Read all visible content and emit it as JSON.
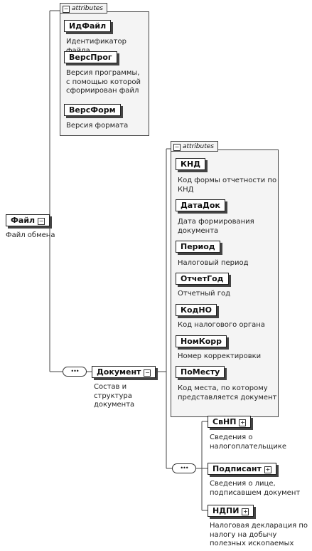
{
  "group_label": "attributes",
  "root": {
    "name": "Файл",
    "desc": "Файл обмена"
  },
  "file_attrs": [
    {
      "name": "ИдФайл",
      "desc": "Идентификатор файла"
    },
    {
      "name": "ВерсПрог",
      "desc": "Версия программы, с помощью которой сформирован файл"
    },
    {
      "name": "ВерсФорм",
      "desc": "Версия формата"
    }
  ],
  "document": {
    "name": "Документ",
    "desc": "Состав и структура документа"
  },
  "doc_attrs": [
    {
      "name": "КНД",
      "desc": "Код формы отчетности по КНД"
    },
    {
      "name": "ДатаДок",
      "desc": "Дата формирования документа"
    },
    {
      "name": "Период",
      "desc": "Налоговый период"
    },
    {
      "name": "ОтчетГод",
      "desc": "Отчетный год"
    },
    {
      "name": "КодНО",
      "desc": "Код налогового органа"
    },
    {
      "name": "НомКорр",
      "desc": "Номер корректировки"
    },
    {
      "name": "ПоМесту",
      "desc": "Код места, по которому представляется документ"
    }
  ],
  "children": [
    {
      "name": "СвНП",
      "desc": "Сведения о налогоплательщике"
    },
    {
      "name": "Подписант",
      "desc": "Сведения о лице, подписавшем документ"
    },
    {
      "name": "НДПИ",
      "desc": "Налоговая декларация по налогу на добычу полезных ископаемых"
    }
  ]
}
